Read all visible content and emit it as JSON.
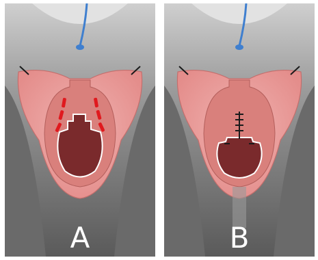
{
  "panels": [
    {
      "id": "A",
      "label": "A"
    },
    {
      "id": "B",
      "label": "B"
    }
  ],
  "colors": {
    "background_dark": "#5f5f5f",
    "background_light": "#bdbdbd",
    "tissue_pink": "#e9a1a0",
    "tissue_inner": "#d9807c",
    "cavity": "#7a2a2c",
    "incision_red": "#e0191e",
    "suture_black": "#1a1a1a",
    "catheter_blue": "#3f7fcf"
  }
}
